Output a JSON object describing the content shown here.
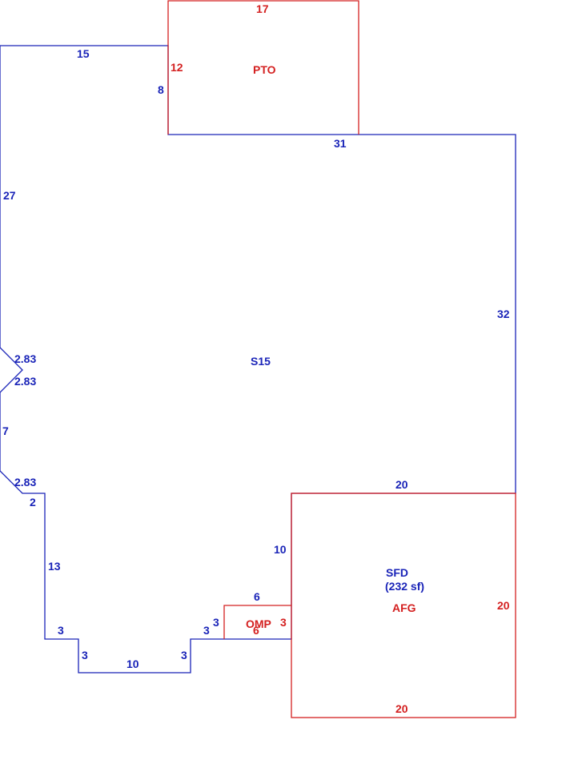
{
  "colors": {
    "main": "#1a24b8",
    "addon": "#d42020"
  },
  "areas": {
    "main": {
      "code": "S15",
      "name": "SFD",
      "area_text": "(232 sf)"
    },
    "patio": {
      "code": "PTO"
    },
    "garage": {
      "code": "AFG"
    },
    "porch": {
      "code": "OMP"
    }
  },
  "dims": {
    "top_15": "15",
    "left_27": "27",
    "patio_side_8": "8",
    "bottom_patio_31": "31",
    "right_32": "32",
    "diag_1": "2.83",
    "diag_2": "2.83",
    "left_7": "7",
    "diag_3": "2.83",
    "step_2": "2",
    "left_13": "13",
    "step_3a": "3",
    "step_3b": "3",
    "bottom_10": "10",
    "step_3c": "3",
    "step_3d": "3",
    "garage_left_10": "10",
    "garage_top_20": "20",
    "porch_top_6": "6"
  },
  "addon_dims": {
    "patio_top_17": "17",
    "patio_left_12": "12",
    "garage_right_20": "20",
    "garage_bottom_20": "20",
    "porch_left_3": "3",
    "porch_right_3": "3",
    "porch_bottom_6": "6"
  }
}
